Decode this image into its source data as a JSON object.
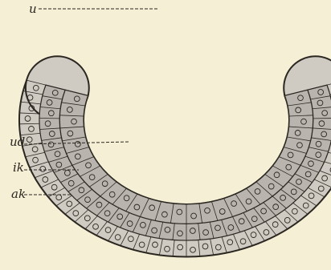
{
  "labels": {
    "u": "u",
    "ud": "ud",
    "ik": "ik",
    "ak": "ak"
  },
  "colors": {
    "background": "#f5efd6",
    "ink": "#2a2620",
    "inner_layer": "#b9b5ae",
    "outer_layer": "#cfcbc3",
    "cavity": "#f5efd6"
  }
}
